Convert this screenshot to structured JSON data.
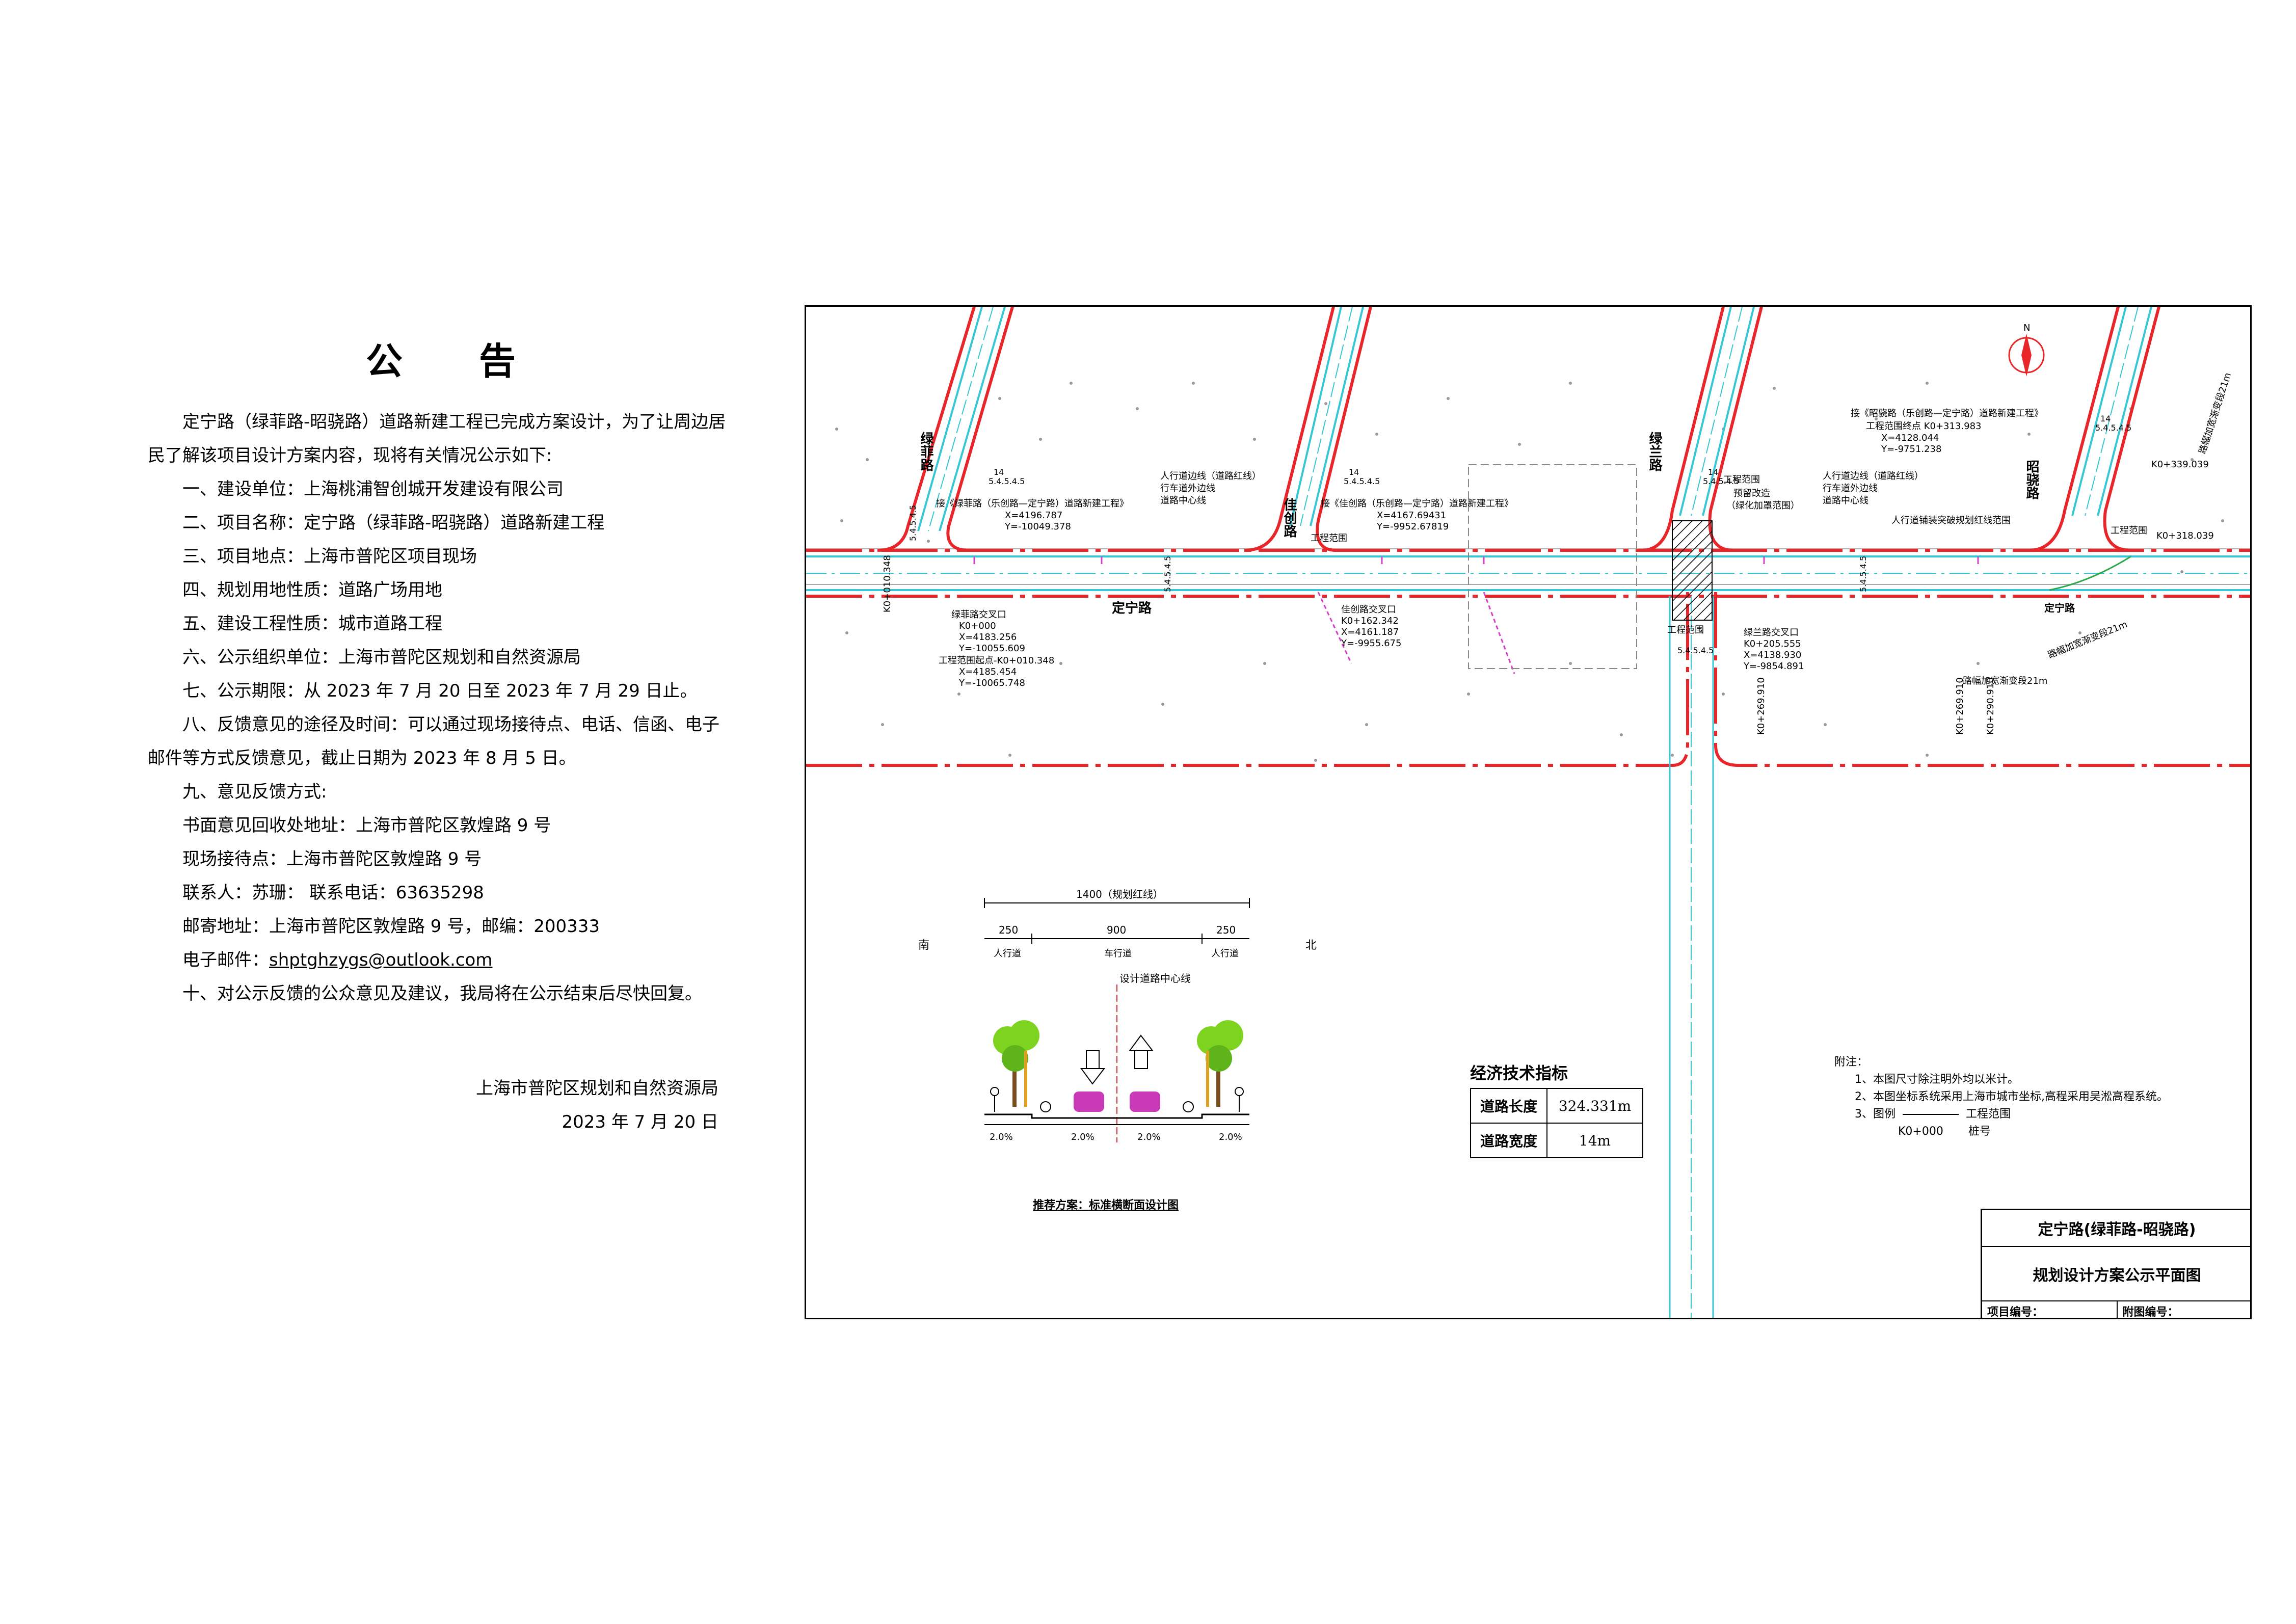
{
  "notice": {
    "title": "公告",
    "intro": "定宁路（绿菲路-昭骁路）道路新建工程已完成方案设计，为了让周边居民了解该项目设计方案内容，现将有关情况公示如下:",
    "items": [
      "一、建设单位：上海桃浦智创城开发建设有限公司",
      "二、项目名称：定宁路（绿菲路-昭骁路）道路新建工程",
      "三、项目地点：上海市普陀区项目现场",
      "四、规划用地性质：道路广场用地",
      "五、建设工程性质：城市道路工程",
      "六、公示组织单位：上海市普陀区规划和自然资源局",
      "七、公示期限：从 2023 年  7  月  20  日至 2023 年  7  月 29  日止。"
    ],
    "feedback_way": "八、反馈意见的途径及时间：可以通过现场接待点、电话、信函、电子邮件等方式反馈意见，截止日期为 2023 年  8 月 5  日。",
    "feedback_heading": "九、意见反馈方式:",
    "written_address": "书面意见回收处地址：上海市普陀区敦煌路 9 号",
    "reception": "现场接待点：上海市普陀区敦煌路 9 号",
    "contact": "联系人：苏珊：          联系电话：63635298",
    "mail_address": "邮寄地址：上海市普陀区敦煌路 9 号，邮编：200333",
    "email_label": "电子邮件：",
    "email": "shptghzygs@outlook.com",
    "closing": "十、对公示反馈的公众意见及建议，我局将在公示结束后尽快回复。",
    "signature": "上海市普陀区规划和自然资源局",
    "date": "2023 年  7  月  20  日"
  },
  "plan": {
    "road_names": {
      "main": "定宁路",
      "lvfei": "绿菲路",
      "jiachuang": "佳创路",
      "lvlan": "绿兰路",
      "zhaoxiao": "昭骁路"
    },
    "labels": {
      "connect_lvfei": "接《绿菲路（乐创路—定宁路）道路新建工程》",
      "connect_jiachuang": "接《佳创路（乐创路—定宁路）道路新建工程》",
      "connect_zhaoxiao": "接《昭骁路（乐创路—定宁路）道路新建工程》",
      "lvfei_x": "X=4196.787",
      "lvfei_y": "Y=-10049.378",
      "jiachuang_x": "X=4167.69431",
      "jiachuang_y": "Y=-9952.67819",
      "zhaoxiao_end": "工程范围终点 K0+313.983",
      "zhaoxiao_x": "X=4128.044",
      "zhaoxiao_y": "Y=-9751.238",
      "sidewalk_red": "人行道边线（道路红线）",
      "carriage_edge": "行车道外边线",
      "centerline": "道路中心线",
      "lvfei_cross": "绿菲路交叉口",
      "lvfei_k": "K0+000",
      "lvfei_cx": "X=4183.256",
      "lvfei_cy": "Y=-10055.609",
      "start_k": "工程范围起点-K0+010.348",
      "start_x": "X=4185.454",
      "start_y": "Y=-10065.748",
      "jiachuang_cross": "佳创路交叉口",
      "jiachuang_k": "K0+162.342",
      "jiachuang_cx": "X=4161.187",
      "jiachuang_cy": "Y=-9955.675",
      "lvlan_cross": "绿兰路交叉口",
      "lvlan_k": "K0+205.555",
      "lvlan_cx": "X=4138.930",
      "lvlan_cy": "Y=-9854.891",
      "reserve": "预留改造",
      "reserve_sub": "（绿化加罩范围）",
      "project_range": "工程范围",
      "sidewalk_widen": "人行道铺装突破规划红线范围",
      "widen_21": "路幅加宽渐变段21m",
      "widen_22": "路幅加宽渐变段21m",
      "k339": "K0+339.039",
      "k318": "K0+318.039",
      "k269": "K0+269.910",
      "k290": "K0+290.910",
      "k348": "K0+010.348",
      "dims": "5.4.5.4.5",
      "w14": "14"
    },
    "section": {
      "total": "1400（规划红线）",
      "left": "250",
      "mid": "900",
      "right": "250",
      "sidewalk": "人行道",
      "carriage": "车行道",
      "south": "南",
      "north": "北",
      "centerline": "设计道路中心线",
      "slope": "2.0%",
      "caption": "推荐方案：标准横断面设计图"
    },
    "econ": {
      "heading": "经济技术指标",
      "length_label": "道路长度",
      "length_value": "324.331m",
      "width_label": "道路宽度",
      "width_value": "14m"
    },
    "notes": {
      "heading": "附注：",
      "n1": "1、本图尺寸除注明外均以米计。",
      "n2": "2、本图坐标系统采用上海市城市坐标,高程采用吴淞高程系统。",
      "n3_prefix": "3、图例",
      "n3_legend1": "工程范围",
      "n3_k": "K0+000",
      "n3_legend2": "桩号"
    },
    "title_block": {
      "name": "定宁路(绿菲路-昭骁路)",
      "drawing": "规划设计方案公示平面图",
      "project_no": "项目编号：",
      "attach_no": "附图编号："
    },
    "north": "N",
    "colors": {
      "red": "#e8262a",
      "cyan": "#36c6d4",
      "magenta": "#d63ec8",
      "green": "#2aa84a",
      "tree": "#7ed321",
      "car": "#c93ab8"
    }
  }
}
